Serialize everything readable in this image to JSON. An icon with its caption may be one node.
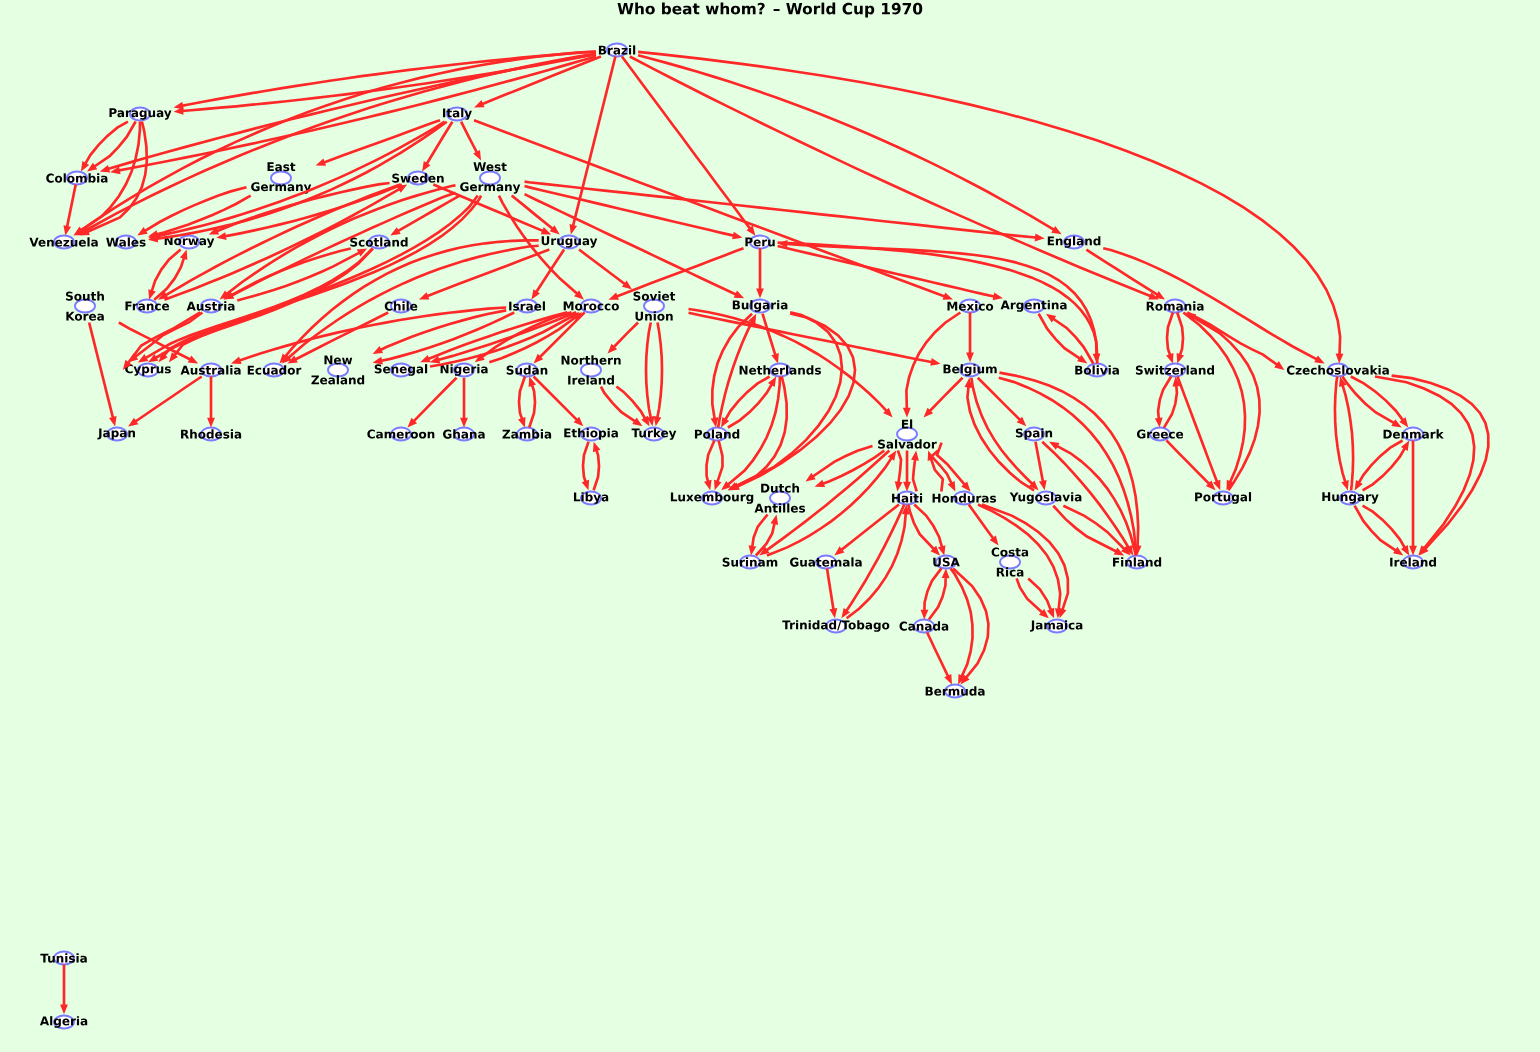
{
  "diagram": {
    "title": "Who beat whom? – World Cup 1970",
    "nodes": [
      {
        "text": [
          "Brazil"
        ]
      },
      {
        "text": [
          "Paraguay"
        ]
      },
      {
        "text": [
          "Italy"
        ]
      },
      {
        "text": [
          "Colombia"
        ]
      },
      {
        "text": [
          "East Germany"
        ]
      },
      {
        "text": [
          "Sweden"
        ]
      },
      {
        "text": [
          "West Germany"
        ]
      },
      {
        "text": [
          "Venezuela"
        ]
      },
      {
        "text": [
          "Wales"
        ]
      },
      {
        "text": [
          "Norway"
        ]
      },
      {
        "text": [
          "Scotland"
        ]
      },
      {
        "text": [
          "Uruguay"
        ]
      },
      {
        "text": [
          "Peru"
        ]
      },
      {
        "text": [
          "England"
        ]
      },
      {
        "text": [
          "South Korea"
        ]
      },
      {
        "text": [
          "France"
        ]
      },
      {
        "text": [
          "Austria"
        ]
      },
      {
        "text": [
          "Chile"
        ]
      },
      {
        "text": [
          "Israel"
        ]
      },
      {
        "text": [
          "Morocco"
        ]
      },
      {
        "text": [
          "Soviet Union"
        ]
      },
      {
        "text": [
          "Bulgaria"
        ]
      },
      {
        "text": [
          "Mexico"
        ]
      },
      {
        "text": [
          "Argentina"
        ]
      },
      {
        "text": [
          "Romania"
        ]
      },
      {
        "text": [
          "Cyprus"
        ]
      },
      {
        "text": [
          "Australia"
        ]
      },
      {
        "text": [
          "Ecuador"
        ]
      },
      {
        "text": [
          "New Zealand"
        ]
      },
      {
        "text": [
          "Senegal"
        ]
      },
      {
        "text": [
          "Nigeria"
        ]
      },
      {
        "text": [
          "Sudan"
        ]
      },
      {
        "text": [
          "Northern Ireland"
        ]
      },
      {
        "text": [
          "Netherlands"
        ]
      },
      {
        "text": [
          "Belgium"
        ]
      },
      {
        "text": [
          "Bolivia"
        ]
      },
      {
        "text": [
          "Switzerland"
        ]
      },
      {
        "text": [
          "Czechoslovakia"
        ]
      },
      {
        "text": [
          "Japan"
        ]
      },
      {
        "text": [
          "Rhodesia"
        ]
      },
      {
        "text": [
          "Cameroon"
        ]
      },
      {
        "text": [
          "Ghana"
        ]
      },
      {
        "text": [
          "Zambia"
        ]
      },
      {
        "text": [
          "Ethiopia"
        ]
      },
      {
        "text": [
          "Turkey"
        ]
      },
      {
        "text": [
          "Poland"
        ]
      },
      {
        "text": [
          "El Salvador"
        ]
      },
      {
        "text": [
          "Spain"
        ]
      },
      {
        "text": [
          "Greece"
        ]
      },
      {
        "text": [
          "Denmark"
        ]
      },
      {
        "text": [
          "Libya"
        ]
      },
      {
        "text": [
          "Luxembourg"
        ]
      },
      {
        "text": [
          "Dutch Antilles"
        ]
      },
      {
        "text": [
          "Haiti"
        ]
      },
      {
        "text": [
          "Honduras"
        ]
      },
      {
        "text": [
          "Yugoslavia"
        ]
      },
      {
        "text": [
          "Portugal"
        ]
      },
      {
        "text": [
          "Hungary"
        ]
      },
      {
        "text": [
          "Surinam"
        ]
      },
      {
        "text": [
          "Guatemala"
        ]
      },
      {
        "text": [
          "USA"
        ]
      },
      {
        "text": [
          "Costa Rica"
        ]
      },
      {
        "text": [
          "Finland"
        ]
      },
      {
        "text": [
          "Ireland"
        ]
      },
      {
        "text": [
          "Trinidad/Tobago"
        ]
      },
      {
        "text": [
          "Canada"
        ]
      },
      {
        "text": [
          "Jamaica"
        ]
      },
      {
        "text": [
          "Bermuda"
        ]
      },
      {
        "text": [
          "Tunisia"
        ]
      },
      {
        "text": [
          "Algeria"
        ]
      }
    ],
    "edges": [
      {
        "from": 0,
        "to": 1,
        "arrow": "to"
      },
      {
        "from": 0,
        "to": 1,
        "arrow": "to"
      },
      {
        "from": 0,
        "to": 2,
        "arrow": "to"
      },
      {
        "from": 0,
        "to": 3,
        "arrow": "to"
      },
      {
        "from": 0,
        "to": 3,
        "arrow": "to"
      },
      {
        "from": 0,
        "to": 7,
        "arrow": "to"
      },
      {
        "from": 0,
        "to": 7,
        "arrow": "to"
      },
      {
        "from": 0,
        "to": 11,
        "arrow": "to"
      },
      {
        "from": 0,
        "to": 12,
        "arrow": "to"
      },
      {
        "from": 0,
        "to": 13,
        "arrow": "to"
      },
      {
        "from": 0,
        "to": 24,
        "arrow": "to"
      },
      {
        "from": 0,
        "to": 37,
        "arrow": "to"
      },
      {
        "from": 1,
        "to": 3,
        "arrow": "to"
      },
      {
        "from": 1,
        "to": 3,
        "arrow": "to"
      },
      {
        "from": 1,
        "to": 7,
        "arrow": "to"
      },
      {
        "from": 1,
        "to": 7,
        "arrow": "to"
      },
      {
        "from": 2,
        "to": 4,
        "arrow": "to"
      },
      {
        "from": 2,
        "to": 5,
        "arrow": "to"
      },
      {
        "from": 2,
        "to": 6,
        "arrow": "to"
      },
      {
        "from": 2,
        "to": 8,
        "arrow": "to"
      },
      {
        "from": 2,
        "to": 8,
        "arrow": "to"
      },
      {
        "from": 2,
        "to": 22,
        "arrow": "to"
      },
      {
        "from": 3,
        "to": 7,
        "arrow": "to"
      },
      {
        "from": 4,
        "to": 8,
        "arrow": "to"
      },
      {
        "from": 4,
        "to": 8,
        "arrow": "to"
      },
      {
        "from": 5,
        "to": 9,
        "arrow": "to"
      },
      {
        "from": 5,
        "to": 9,
        "arrow": "to"
      },
      {
        "from": 5,
        "to": 11,
        "arrow": "to"
      },
      {
        "from": 5,
        "to": 15,
        "arrow": "to"
      },
      {
        "from": 6,
        "to": 10,
        "arrow": "to"
      },
      {
        "from": 6,
        "to": 11,
        "arrow": "to"
      },
      {
        "from": 6,
        "to": 12,
        "arrow": "to"
      },
      {
        "from": 6,
        "to": 13,
        "arrow": "to"
      },
      {
        "from": 6,
        "to": 16,
        "arrow": "to"
      },
      {
        "from": 6,
        "to": 16,
        "arrow": "to"
      },
      {
        "from": 6,
        "to": 19,
        "arrow": "to"
      },
      {
        "from": 6,
        "to": 21,
        "arrow": "to"
      },
      {
        "from": 6,
        "to": 25,
        "arrow": "to"
      },
      {
        "from": 6,
        "to": 25,
        "arrow": "to"
      },
      {
        "from": 9,
        "to": 15,
        "arrow": "to"
      },
      {
        "from": 10,
        "to": 16,
        "arrow": "to"
      },
      {
        "from": 10,
        "to": 25,
        "arrow": "to"
      },
      {
        "from": 10,
        "to": 25,
        "arrow": "to"
      },
      {
        "from": 11,
        "to": 17,
        "arrow": "to"
      },
      {
        "from": 11,
        "to": 18,
        "arrow": "to"
      },
      {
        "from": 11,
        "to": 20,
        "arrow": "to"
      },
      {
        "from": 11,
        "to": 27,
        "arrow": "to"
      },
      {
        "from": 11,
        "to": 27,
        "arrow": "to"
      },
      {
        "from": 12,
        "to": 19,
        "arrow": "to"
      },
      {
        "from": 12,
        "to": 21,
        "arrow": "to"
      },
      {
        "from": 12,
        "to": 23,
        "arrow": "to"
      },
      {
        "from": 12,
        "to": 35,
        "arrow": "to"
      },
      {
        "from": 13,
        "to": 24,
        "arrow": "to"
      },
      {
        "from": 13,
        "to": 37,
        "arrow": "to"
      },
      {
        "from": 14,
        "to": 26,
        "arrow": "to"
      },
      {
        "from": 14,
        "to": 38,
        "arrow": "to"
      },
      {
        "from": 15,
        "to": 5,
        "arrow": "to"
      },
      {
        "from": 15,
        "to": 9,
        "arrow": "to"
      },
      {
        "from": 16,
        "to": 10,
        "arrow": "to"
      },
      {
        "from": 16,
        "to": 25,
        "arrow": "to"
      },
      {
        "from": 16,
        "to": 25,
        "arrow": "to"
      },
      {
        "from": 17,
        "to": 27,
        "arrow": "to"
      },
      {
        "from": 18,
        "to": 26,
        "arrow": "to"
      },
      {
        "from": 18,
        "to": 28,
        "arrow": "to"
      },
      {
        "from": 18,
        "to": 28,
        "arrow": "to"
      },
      {
        "from": 19,
        "to": 29,
        "arrow": "to"
      },
      {
        "from": 19,
        "to": 29,
        "arrow": "to"
      },
      {
        "from": 19,
        "to": 30,
        "arrow": "to"
      },
      {
        "from": 19,
        "to": 31,
        "arrow": "to"
      },
      {
        "from": 20,
        "to": 32,
        "arrow": "to"
      },
      {
        "from": 20,
        "to": 34,
        "arrow": "to"
      },
      {
        "from": 20,
        "to": 44,
        "arrow": "to"
      },
      {
        "from": 20,
        "to": 44,
        "arrow": "to"
      },
      {
        "from": 20,
        "to": 46,
        "arrow": "to"
      },
      {
        "from": 21,
        "to": 33,
        "arrow": "to"
      },
      {
        "from": 21,
        "to": 45,
        "arrow": "to"
      },
      {
        "from": 21,
        "to": 51,
        "arrow": "to"
      },
      {
        "from": 21,
        "to": 51,
        "arrow": "to"
      },
      {
        "from": 22,
        "to": 34,
        "arrow": "to"
      },
      {
        "from": 22,
        "to": 46,
        "arrow": "to"
      },
      {
        "from": 23,
        "to": 35,
        "arrow": "to"
      },
      {
        "from": 24,
        "to": 36,
        "arrow": "to"
      },
      {
        "from": 24,
        "to": 36,
        "arrow": "to"
      },
      {
        "from": 24,
        "to": 37,
        "arrow": "to"
      },
      {
        "from": 24,
        "to": 56,
        "arrow": "to"
      },
      {
        "from": 26,
        "to": 38,
        "arrow": "to"
      },
      {
        "from": 26,
        "to": 39,
        "arrow": "to"
      },
      {
        "from": 29,
        "to": 19,
        "arrow": "to"
      },
      {
        "from": 30,
        "to": 19,
        "arrow": "to"
      },
      {
        "from": 30,
        "to": 40,
        "arrow": "to"
      },
      {
        "from": 30,
        "to": 41,
        "arrow": "to"
      },
      {
        "from": 31,
        "to": 42,
        "arrow": "to"
      },
      {
        "from": 31,
        "to": 43,
        "arrow": "to"
      },
      {
        "from": 32,
        "to": 44,
        "arrow": "to"
      },
      {
        "from": 32,
        "to": 44,
        "arrow": "to"
      },
      {
        "from": 33,
        "to": 45,
        "arrow": "to"
      },
      {
        "from": 33,
        "to": 51,
        "arrow": "to"
      },
      {
        "from": 33,
        "to": 51,
        "arrow": "to"
      },
      {
        "from": 34,
        "to": 46,
        "arrow": "to"
      },
      {
        "from": 34,
        "to": 47,
        "arrow": "to"
      },
      {
        "from": 34,
        "to": 55,
        "arrow": "to"
      },
      {
        "from": 34,
        "to": 62,
        "arrow": "to"
      },
      {
        "from": 34,
        "to": 62,
        "arrow": "to"
      },
      {
        "from": 35,
        "to": 12,
        "arrow": "to"
      },
      {
        "from": 35,
        "to": 23,
        "arrow": "to"
      },
      {
        "from": 36,
        "to": 48,
        "arrow": "to"
      },
      {
        "from": 36,
        "to": 56,
        "arrow": "to"
      },
      {
        "from": 37,
        "to": 49,
        "arrow": "to"
      },
      {
        "from": 37,
        "to": 49,
        "arrow": "to"
      },
      {
        "from": 37,
        "to": 57,
        "arrow": "to"
      },
      {
        "from": 37,
        "to": 63,
        "arrow": "to"
      },
      {
        "from": 37,
        "to": 63,
        "arrow": "to"
      },
      {
        "from": 42,
        "to": 31,
        "arrow": "to"
      },
      {
        "from": 43,
        "to": 50,
        "arrow": "to"
      },
      {
        "from": 45,
        "to": 21,
        "arrow": "to"
      },
      {
        "from": 45,
        "to": 33,
        "arrow": "to"
      },
      {
        "from": 45,
        "to": 51,
        "arrow": "to"
      },
      {
        "from": 45,
        "to": 51,
        "arrow": "to"
      },
      {
        "from": 46,
        "to": 52,
        "arrow": "to"
      },
      {
        "from": 46,
        "to": 52,
        "arrow": "to"
      },
      {
        "from": 46,
        "to": 53,
        "arrow": "to"
      },
      {
        "from": 46,
        "to": 53,
        "arrow": "to"
      },
      {
        "from": 46,
        "to": 54,
        "arrow": "to"
      },
      {
        "from": 46,
        "to": 54,
        "arrow": "to"
      },
      {
        "from": 46,
        "to": 58,
        "arrow": "to"
      },
      {
        "from": 47,
        "to": 55,
        "arrow": "to"
      },
      {
        "from": 47,
        "to": 62,
        "arrow": "to"
      },
      {
        "from": 48,
        "to": 36,
        "arrow": "to"
      },
      {
        "from": 48,
        "to": 56,
        "arrow": "to"
      },
      {
        "from": 49,
        "to": 57,
        "arrow": "to"
      },
      {
        "from": 49,
        "to": 63,
        "arrow": "to"
      },
      {
        "from": 50,
        "to": 43,
        "arrow": "to"
      },
      {
        "from": 52,
        "to": 58,
        "arrow": "to"
      },
      {
        "from": 53,
        "to": 46,
        "arrow": "to"
      },
      {
        "from": 53,
        "to": 59,
        "arrow": "to"
      },
      {
        "from": 53,
        "to": 60,
        "arrow": "to"
      },
      {
        "from": 53,
        "to": 60,
        "arrow": "to"
      },
      {
        "from": 53,
        "to": 64,
        "arrow": "to"
      },
      {
        "from": 54,
        "to": 46,
        "arrow": "to"
      },
      {
        "from": 54,
        "to": 61,
        "arrow": "to"
      },
      {
        "from": 54,
        "to": 66,
        "arrow": "to"
      },
      {
        "from": 54,
        "to": 66,
        "arrow": "to"
      },
      {
        "from": 55,
        "to": 34,
        "arrow": "to"
      },
      {
        "from": 55,
        "to": 62,
        "arrow": "to"
      },
      {
        "from": 55,
        "to": 62,
        "arrow": "to"
      },
      {
        "from": 56,
        "to": 24,
        "arrow": "to"
      },
      {
        "from": 57,
        "to": 37,
        "arrow": "to"
      },
      {
        "from": 57,
        "to": 49,
        "arrow": "to"
      },
      {
        "from": 57,
        "to": 63,
        "arrow": "to"
      },
      {
        "from": 57,
        "to": 63,
        "arrow": "to"
      },
      {
        "from": 58,
        "to": 46,
        "arrow": "to"
      },
      {
        "from": 58,
        "to": 52,
        "arrow": "to"
      },
      {
        "from": 59,
        "to": 64,
        "arrow": "to"
      },
      {
        "from": 60,
        "to": 65,
        "arrow": "to"
      },
      {
        "from": 60,
        "to": 67,
        "arrow": "to"
      },
      {
        "from": 60,
        "to": 67,
        "arrow": "to"
      },
      {
        "from": 61,
        "to": 66,
        "arrow": "to"
      },
      {
        "from": 61,
        "to": 66,
        "arrow": "to"
      },
      {
        "from": 62,
        "to": 47,
        "arrow": "to"
      },
      {
        "from": 64,
        "to": 53,
        "arrow": "to"
      },
      {
        "from": 65,
        "to": 60,
        "arrow": "to"
      },
      {
        "from": 65,
        "to": 67,
        "arrow": "to"
      },
      {
        "from": 68,
        "to": 69,
        "arrow": "to"
      }
    ]
  }
}
